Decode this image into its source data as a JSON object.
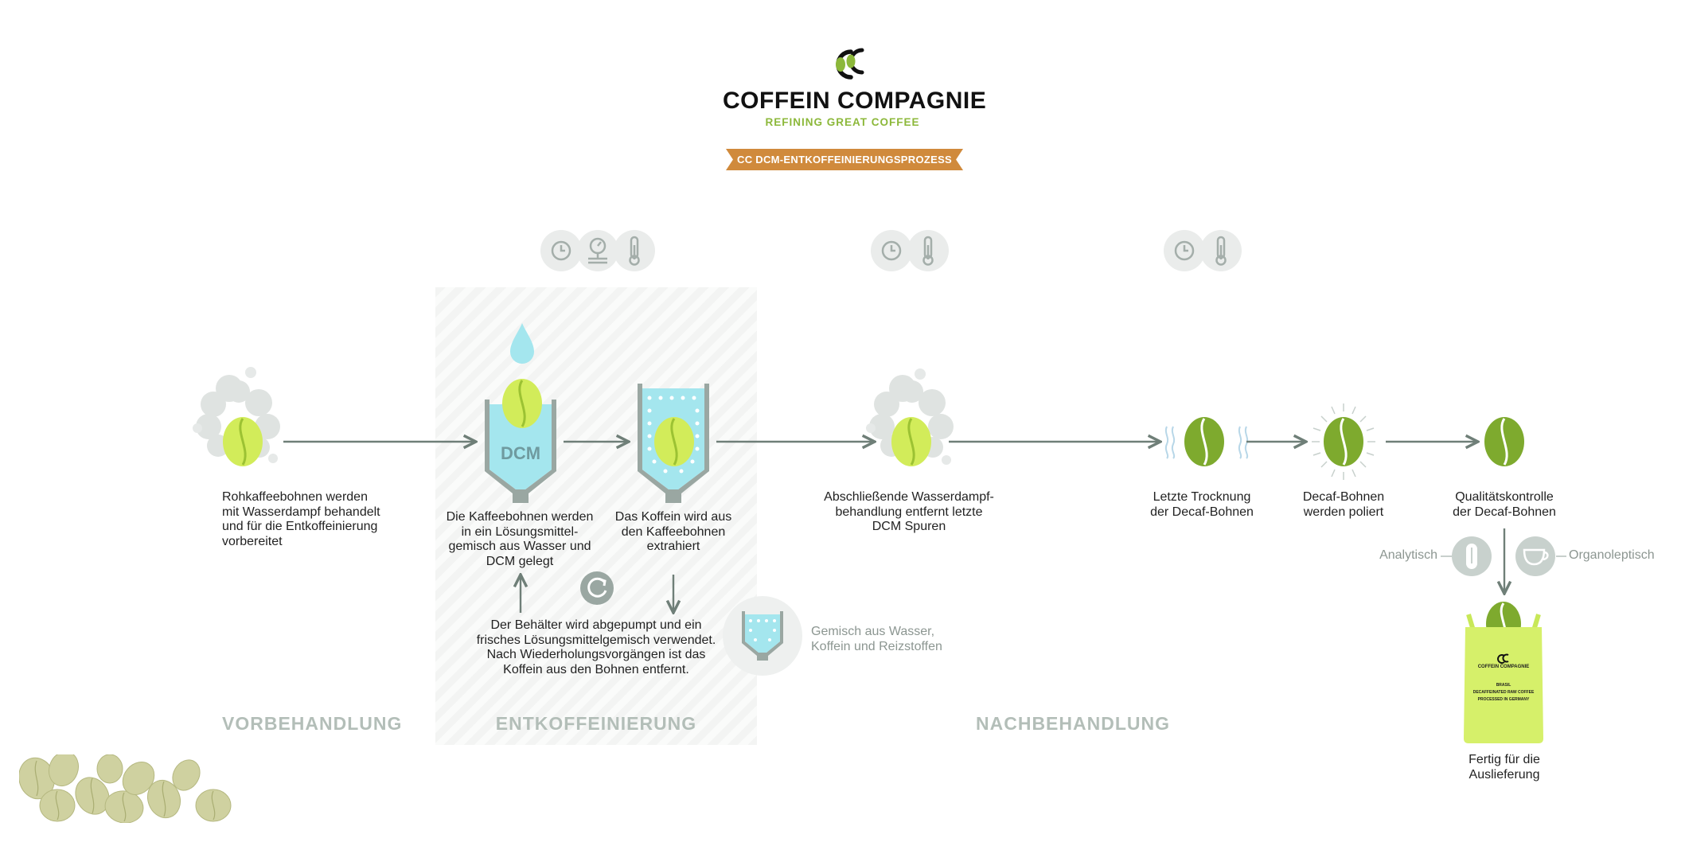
{
  "header": {
    "brand": "COFFEIN COMPAGNIE",
    "tagline": "REFINING GREAT COFFEE",
    "process_title": "CC DCM-ENTKOFFEINIERUNGSPROZESS"
  },
  "phases": {
    "pre": "VORBEHANDLUNG",
    "main": "ENTKOFFEINIERUNG",
    "post": "NACHBEHANDLUNG"
  },
  "steps": {
    "step1": "Rohkaffeebohnen werden\nmit Wasserdampf behandelt\nund für die Entkoffeinierung\nvorbereitet",
    "step2": "Die Kaffeebohnen werden\nin ein Lösungsmittel-\ngemisch aus Wasser und\nDCM gelegt",
    "step3": "Das Koffein wird aus\nden Kaffeebohnen\nextrahiert",
    "step4": "Abschließende Wasserdampf-\nbehandlung entfernt letzte\nDCM Spuren",
    "step5": "Letzte Trocknung\nder Decaf-Bohnen",
    "step6": "Decaf-Bohnen\nwerden poliert",
    "step7": "Qualitätskontrolle\nder Decaf-Bohnen",
    "step8": "Fertig für die\nAuslieferung"
  },
  "cycle_text": "Der Behälter wird abgepumpt und ein\nfrisches Lösungsmittelgemisch verwendet.\nNach Wiederholungsvorgängen ist das\nKoffein aus den Bohnen entfernt.",
  "byproduct_text": "Gemisch aus Wasser,\nKoffein und Reizstoffen",
  "tank_label": "DCM",
  "quality": {
    "analytic": "Analytisch",
    "organoleptic": "Organoleptisch"
  },
  "bag": {
    "brand": "COFFEIN COMPAGNIE",
    "line1": "BRASIL",
    "line2": "DECAFFEINATED RAW COFFEE",
    "line3": "PROCESSED IN GERMANY"
  },
  "colors": {
    "bean_light": "#d2ec5a",
    "bean_green": "#7eaa2e",
    "liquid": "#a4e6ee",
    "tank_wall": "#9aa7a2",
    "arrow": "#6f7f78",
    "ribbon": "#d08a3c",
    "tagline": "#8cb83a",
    "phase_label": "#b3beb8",
    "icon_circle": "#eaeceb"
  },
  "icons": [
    "clock-icon",
    "pressure-gauge-icon",
    "thermometer-icon",
    "steam-cloud-icon",
    "refresh-cycle-icon",
    "water-drop-icon",
    "cup-icon",
    "drying-waves-icon",
    "shine-icon"
  ]
}
